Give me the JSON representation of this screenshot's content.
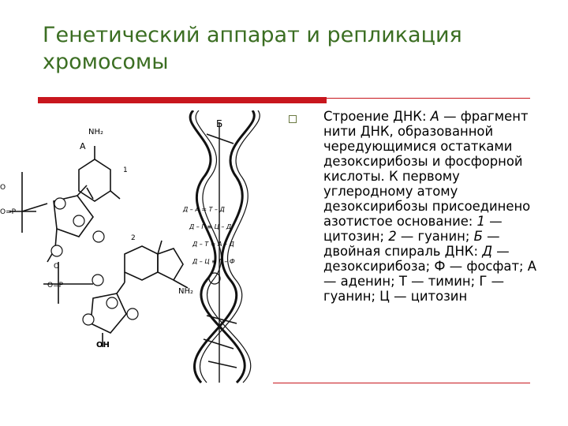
{
  "slide": {
    "title": "Генетический аппарат и репликация хромосомы",
    "accent_color": "#c8161d",
    "title_color": "#3b6e22"
  },
  "figure": {
    "label_a": "А",
    "label_b": "Б",
    "label_1": "1",
    "label_2": "2",
    "nh2_top": "NH₂",
    "nh2_right": "NH₂",
    "oh": "OH",
    "pair_labels": [
      "Д – А = Т – Д",
      "Д – Г ≡ Ц – Д",
      "Д – Т = А – Д",
      "Д – Ц ≡ Г – Ф"
    ]
  },
  "text": {
    "segments": [
      {
        "t": "Строение ДНК: ",
        "i": false
      },
      {
        "t": "А",
        "i": true
      },
      {
        "t": " — фрагмент нити ДНК, образованной чередующимися остатками дезоксирибозы и фосфорной кислоты. К первому углеродному атому дезоксирибозы присоединено азотистое основание: ",
        "i": false
      },
      {
        "t": "1",
        "i": true
      },
      {
        "t": " — цитозин; ",
        "i": false
      },
      {
        "t": "2",
        "i": true
      },
      {
        "t": " — гуанин; ",
        "i": false
      },
      {
        "t": "Б",
        "i": true
      },
      {
        "t": " — двойная спираль ДНК: ",
        "i": false
      },
      {
        "t": "Д",
        "i": true
      },
      {
        "t": " — дезоксирибоза; Ф — фосфат; А — аденин; Т — тимин; Г — гуанин; Ц — цитозин",
        "i": false
      }
    ]
  }
}
